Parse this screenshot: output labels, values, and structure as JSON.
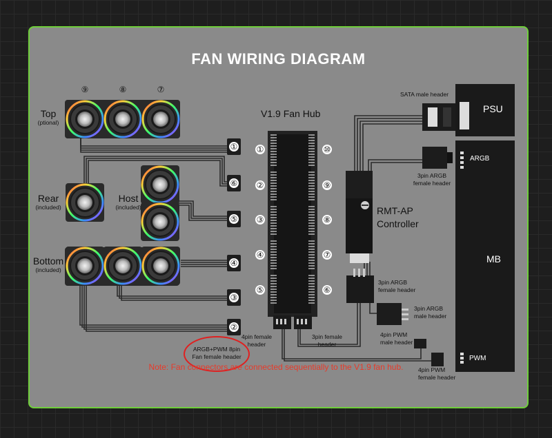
{
  "title": "FAN WIRING DIAGRAM",
  "hub_title": "V1.9 Fan Hub",
  "fan_groups": {
    "top": {
      "name": "Top",
      "sub": "(ptional)",
      "numbers": [
        "⑨",
        "⑧",
        "⑦"
      ]
    },
    "rear": {
      "name": "Rear",
      "sub": "(included)"
    },
    "host": {
      "name": "Host",
      "sub": "(included)"
    },
    "bottom": {
      "name": "Bottom",
      "sub": "(included)"
    }
  },
  "left_connectors": [
    "①",
    "⑥",
    "⑤",
    "④",
    "③",
    "②"
  ],
  "hub_ports_left": [
    "①",
    "②",
    "③",
    "④",
    "⑤"
  ],
  "hub_ports_right": [
    "⑩",
    "⑨",
    "⑧",
    "⑦",
    "⑥"
  ],
  "controller": {
    "line1": "RMT-AP",
    "line2": "Controller"
  },
  "psu": "PSU",
  "mb": "MB",
  "mb_argb": "ARGB",
  "mb_pwm": "PWM",
  "labels": {
    "sata": "SATA male header",
    "argb_female_top_1": "3pin ARGB",
    "argb_female_top_2": "female header",
    "argb_female_mid_1": "3pin ARGB",
    "argb_female_mid_2": "female header",
    "argb_male_1": "3pin ARGB",
    "argb_male_2": "male header",
    "pwm_male_1": "4pin PWM",
    "pwm_male_2": "male header",
    "pwm_female_1": "4pin PWM",
    "pwm_female_2": "female header",
    "hub_4pin_1": "4pin female",
    "hub_4pin_2": "header",
    "hub_3pin_1": "3pin female",
    "hub_3pin_2": "header",
    "fan_header_1": "ARGB+PWM 8pin",
    "fan_header_2": "Fan female header"
  },
  "note": "Note: Fan connectors are connected sequentially to the V1.9 fan hub.",
  "colors": {
    "panel": "#8a8a8a",
    "border": "#6fcf3a",
    "note": "#e83a2a",
    "highlight": "#e02020"
  }
}
